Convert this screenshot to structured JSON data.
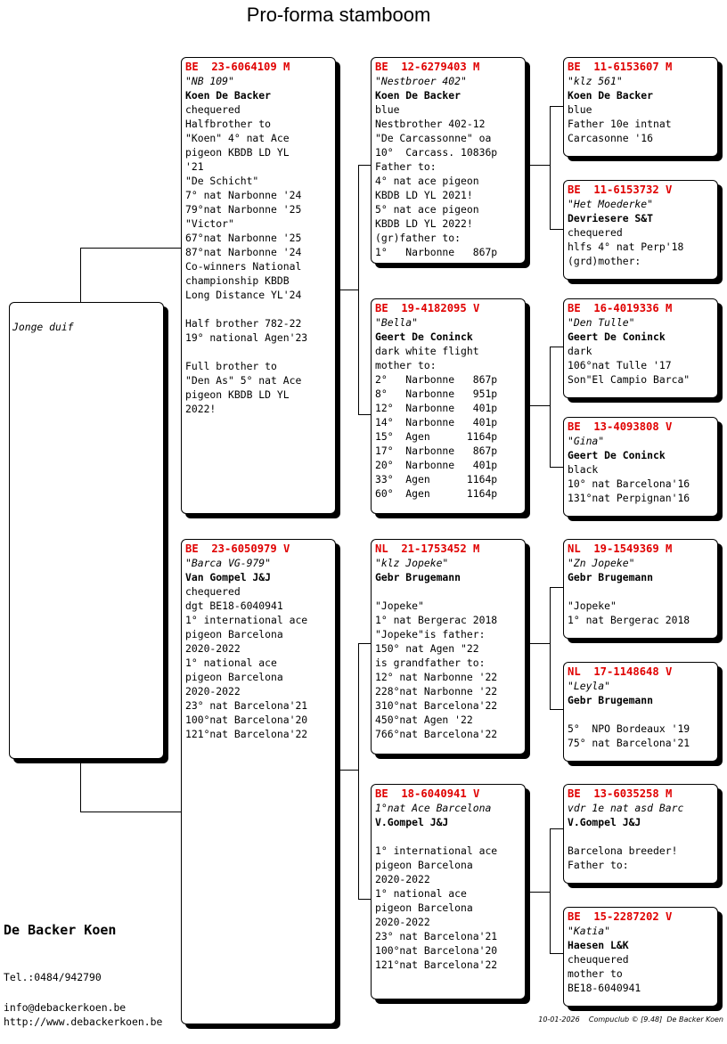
{
  "title": "Pro-forma stamboom",
  "root": {
    "name": "Jonge duif"
  },
  "breeder": {
    "name": "De Backer Koen",
    "tel": "Tel.:0484/942790",
    "email": "info@debackerkoen.be",
    "web": "http://www.debackerkoen.be"
  },
  "footer": {
    "date": "10-01-2026",
    "software": "Compuclub © [9.48]",
    "breeder": "De Backer Koen"
  },
  "birds": {
    "father": {
      "ring": "BE  23-6064109 M",
      "name": "\"NB 109\"",
      "owner": "Koen De Backer",
      "lines": [
        "chequered",
        "Halfbrother to",
        "\"Koen\" 4° nat Ace",
        "pigeon KBDB LD YL",
        "'21",
        "\"De Schicht\"",
        "7° nat Narbonne '24",
        "79°nat Narbonne '25",
        "\"Victor\"",
        "67°nat Narbonne '25",
        "87°nat Narbonne '24",
        "Co-winners National",
        "championship KBDB",
        "Long Distance YL'24",
        "",
        "Half brother 782-22",
        "19° national Agen'23",
        "",
        "Full brother to",
        "\"Den As\" 5° nat Ace",
        "pigeon KBDB LD YL",
        "2022!"
      ]
    },
    "mother": {
      "ring": "BE  23-6050979 V",
      "name": "\"Barca VG-979\"",
      "owner": "Van Gompel J&J",
      "lines": [
        "chequered",
        "dgt BE18-6040941",
        "1° international ace",
        "pigeon Barcelona",
        "2020-2022",
        "1° national ace",
        "pigeon Barcelona",
        "2020-2022",
        "23° nat Barcelona'21",
        "100°nat Barcelona'20",
        "121°nat Barcelona'22"
      ]
    },
    "ff": {
      "ring": "BE  12-6279403 M",
      "name": "\"Nestbroer 402\"",
      "owner": "Koen De Backer",
      "lines": [
        "blue",
        "Nestbrother 402-12",
        "\"De Carcassonne\" oa",
        "10°  Carcass. 10836p",
        "Father to:",
        "4° nat ace pigeon",
        "KBDB LD YL 2021!",
        "5° nat ace pigeon",
        "KBDB LD YL 2022!",
        "(gr)father to:",
        "1°   Narbonne   867p"
      ]
    },
    "fm": {
      "ring": "BE  19-4182095 V",
      "name": "\"Bella\"",
      "owner": "Geert De Coninck",
      "lines": [
        "dark white flight",
        "mother to:",
        "2°   Narbonne   867p",
        "8°   Narbonne   951p",
        "12°  Narbonne   401p",
        "14°  Narbonne   401p",
        "15°  Agen      1164p",
        "17°  Narbonne   867p",
        "20°  Narbonne   401p",
        "33°  Agen      1164p",
        "60°  Agen      1164p"
      ]
    },
    "mf": {
      "ring": "NL  21-1753452 M",
      "name": "\"klz Jopeke\"",
      "owner": "Gebr Brugemann",
      "lines": [
        "",
        "\"Jopeke\"",
        "1° nat Bergerac 2018",
        "\"Jopeke\"is father:",
        "150° nat Agen \"22",
        "is grandfather to:",
        "12° nat Narbonne '22",
        "228°nat Narbonne '22",
        "310°nat Barcelona'22",
        "450°nat Agen '22",
        "766°nat Barcelona'22"
      ]
    },
    "mm": {
      "ring": "BE  18-6040941 V",
      "name": "1°nat Ace Barcelona",
      "owner": "V.Gompel J&J",
      "lines": [
        "",
        "1° international ace",
        "pigeon Barcelona",
        "2020-2022",
        "1° national ace",
        "pigeon Barcelona",
        "2020-2022",
        "23° nat Barcelona'21",
        "100°nat Barcelona'20",
        "121°nat Barcelona'22"
      ]
    },
    "fff": {
      "ring": "BE  11-6153607 M",
      "name": "\"klz 561\"",
      "owner": "Koen De Backer",
      "lines": [
        "blue",
        "Father 10e intnat",
        "Carcasonne '16"
      ]
    },
    "ffm": {
      "ring": "BE  11-6153732 V",
      "name": "\"Het Moederke\"",
      "owner": "Devriesere S&T",
      "lines": [
        "chequered",
        "hlfs 4° nat Perp'18",
        "(grd)mother:"
      ]
    },
    "fmf": {
      "ring": "BE  16-4019336 M",
      "name": "\"Den Tulle\"",
      "owner": "Geert De Coninck",
      "lines": [
        "dark",
        "106°nat Tulle '17",
        "Son\"El Campio Barca\""
      ]
    },
    "fmm": {
      "ring": "BE  13-4093808 V",
      "name": "\"Gina\"",
      "owner": "Geert De Coninck",
      "lines": [
        "black",
        "10° nat Barcelona'16",
        "131°nat Perpignan'16"
      ]
    },
    "mff": {
      "ring": "NL  19-1549369 M",
      "name": "\"Zn Jopeke\"",
      "owner": "Gebr Brugemann",
      "lines": [
        "",
        "\"Jopeke\"",
        "1° nat Bergerac 2018"
      ]
    },
    "mfm": {
      "ring": "NL  17-1148648 V",
      "name": "\"Leyla\"",
      "owner": "Gebr Brugemann",
      "lines": [
        "",
        "5°  NPO Bordeaux '19",
        "75° nat Barcelona'21"
      ]
    },
    "mmf": {
      "ring": "BE  13-6035258 M",
      "name": "vdr 1e nat asd Barc",
      "owner": "V.Gompel J&J",
      "lines": [
        "",
        "Barcelona breeder!",
        "Father to:"
      ]
    },
    "mmm": {
      "ring": "BE  15-2287202 V",
      "name": "\"Katia\"",
      "owner": "Haesen L&K",
      "lines": [
        "cheuquered",
        "mother to",
        "BE18-6040941"
      ]
    }
  }
}
